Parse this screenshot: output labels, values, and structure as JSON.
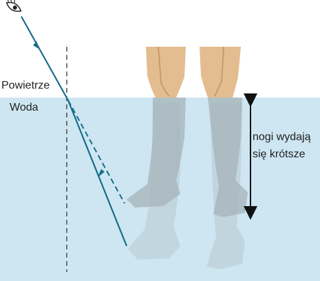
{
  "labels": {
    "air": "Powietrze",
    "water": "Woda",
    "legs_line1": "nogi wydają",
    "legs_line2": "się krótsze"
  },
  "colors": {
    "water": "#cde6f1",
    "ray": "#176d8a",
    "skin": "#e3bd8f",
    "skin_shadow": "#c99a6a",
    "submerged_leg": "#a9b7bd",
    "apparent_leg": "#b8c8cf"
  },
  "icons": {
    "eye": "eye-icon",
    "ray_arrow": "arrow-head-icon",
    "size_arrow": "double-arrow-icon"
  }
}
